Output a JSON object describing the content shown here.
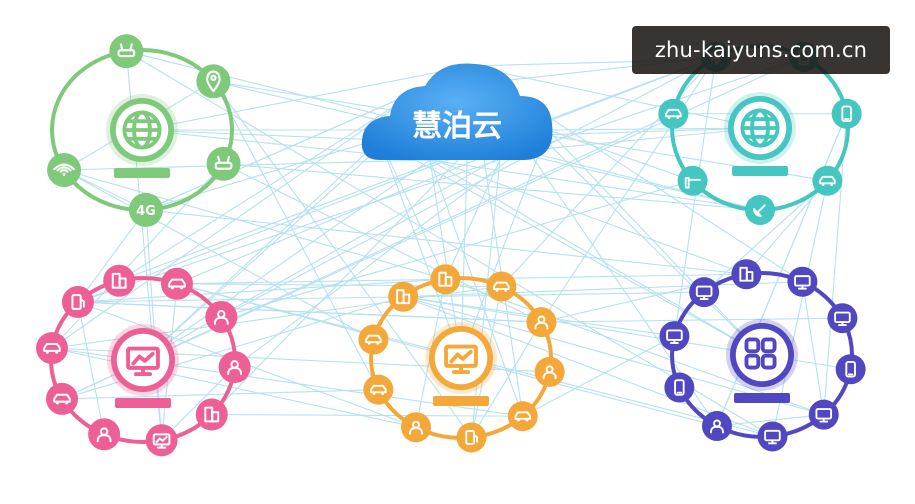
{
  "cloud": {
    "label": "慧泊云",
    "color": "#2f8fe0"
  },
  "watermark": {
    "text": "zhu-kaiyuns.com.cn"
  },
  "clusters": [
    {
      "id": "network",
      "color": "#7ec97a",
      "hub": {
        "icon": "globe-icon"
      },
      "nodes": [
        {
          "icon": "router-icon"
        },
        {
          "icon": "map-pin-icon"
        },
        {
          "icon": "gateway-device-icon"
        },
        {
          "icon": "4g-icon",
          "label": "4G"
        },
        {
          "icon": "wifi-icon"
        }
      ]
    },
    {
      "id": "iot",
      "color": "#45c6c0",
      "hub": {
        "icon": "globe-network-icon"
      },
      "nodes": [
        {
          "icon": "parking-terminal-icon"
        },
        {
          "icon": "pos-terminal-icon"
        },
        {
          "icon": "id-card-icon"
        },
        {
          "icon": "satellite-dish-icon"
        },
        {
          "icon": "barrier-gate-icon"
        },
        {
          "icon": "car-icon"
        },
        {
          "icon": "bluetooth-icon"
        }
      ]
    },
    {
      "id": "operations",
      "color": "#ee5f95",
      "hub": {
        "icon": "analytics-board-icon"
      },
      "nodes": [
        {
          "icon": "building-icon"
        },
        {
          "icon": "id-card-icon"
        },
        {
          "icon": "users-icon"
        },
        {
          "icon": "group-icon"
        },
        {
          "icon": "city-icon"
        },
        {
          "icon": "monitor-chart-icon"
        },
        {
          "icon": "person-icon"
        },
        {
          "icon": "cars-icon"
        },
        {
          "icon": "taxi-icon"
        },
        {
          "icon": "gas-pump-icon"
        }
      ]
    },
    {
      "id": "services",
      "color": "#f5a83a",
      "hub": {
        "icon": "dashboard-monitor-icon"
      },
      "nodes": [
        {
          "icon": "building-icon"
        },
        {
          "icon": "id-card-icon"
        },
        {
          "icon": "user-edit-icon"
        },
        {
          "icon": "user-check-icon"
        },
        {
          "icon": "taxi-icon"
        },
        {
          "icon": "gas-pump-icon"
        },
        {
          "icon": "police-icon"
        },
        {
          "icon": "car-icon"
        },
        {
          "icon": "car-side-icon"
        },
        {
          "icon": "parking-lot-icon"
        }
      ]
    },
    {
      "id": "platforms",
      "color": "#5147c0",
      "hub": {
        "icon": "apps-grid-icon"
      },
      "nodes": [
        {
          "icon": "building-icon"
        },
        {
          "icon": "monitor-icon"
        },
        {
          "icon": "monitor-icon"
        },
        {
          "icon": "phone-icon"
        },
        {
          "icon": "monitor-user-icon"
        },
        {
          "icon": "car-monitor-icon"
        },
        {
          "icon": "user-check-icon"
        },
        {
          "icon": "phone-icon"
        },
        {
          "icon": "screen-card-icon"
        },
        {
          "icon": "monitor-edit-icon"
        }
      ]
    }
  ]
}
